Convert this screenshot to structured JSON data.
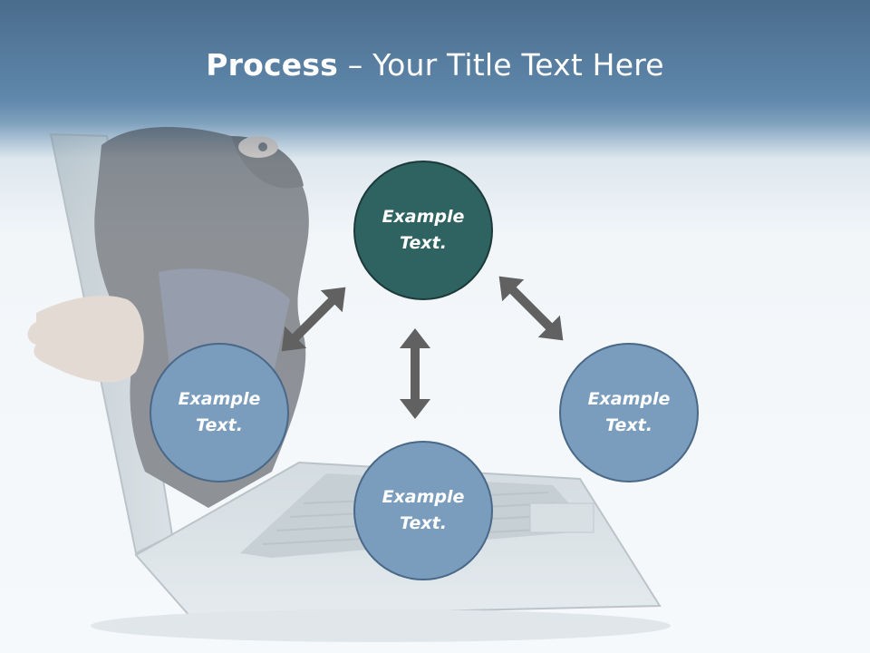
{
  "slide": {
    "title_bold": "Process",
    "title_rest": " – Your Title Text Here"
  },
  "nodes": [
    {
      "id": "top",
      "label_line1": "Example",
      "label_line2": "Text."
    },
    {
      "id": "left",
      "label_line1": "Example",
      "label_line2": "Text."
    },
    {
      "id": "bottom",
      "label_line1": "Example",
      "label_line2": "Text."
    },
    {
      "id": "right",
      "label_line1": "Example",
      "label_line2": "Text."
    }
  ],
  "colors": {
    "header": "#5f88ab",
    "node_blue": "#7a9dbd",
    "node_teal": "#2f6361",
    "arrow": "#616161"
  },
  "icons": {
    "arrows": [
      "double-arrow-icon",
      "double-arrow-icon",
      "double-arrow-icon"
    ]
  }
}
